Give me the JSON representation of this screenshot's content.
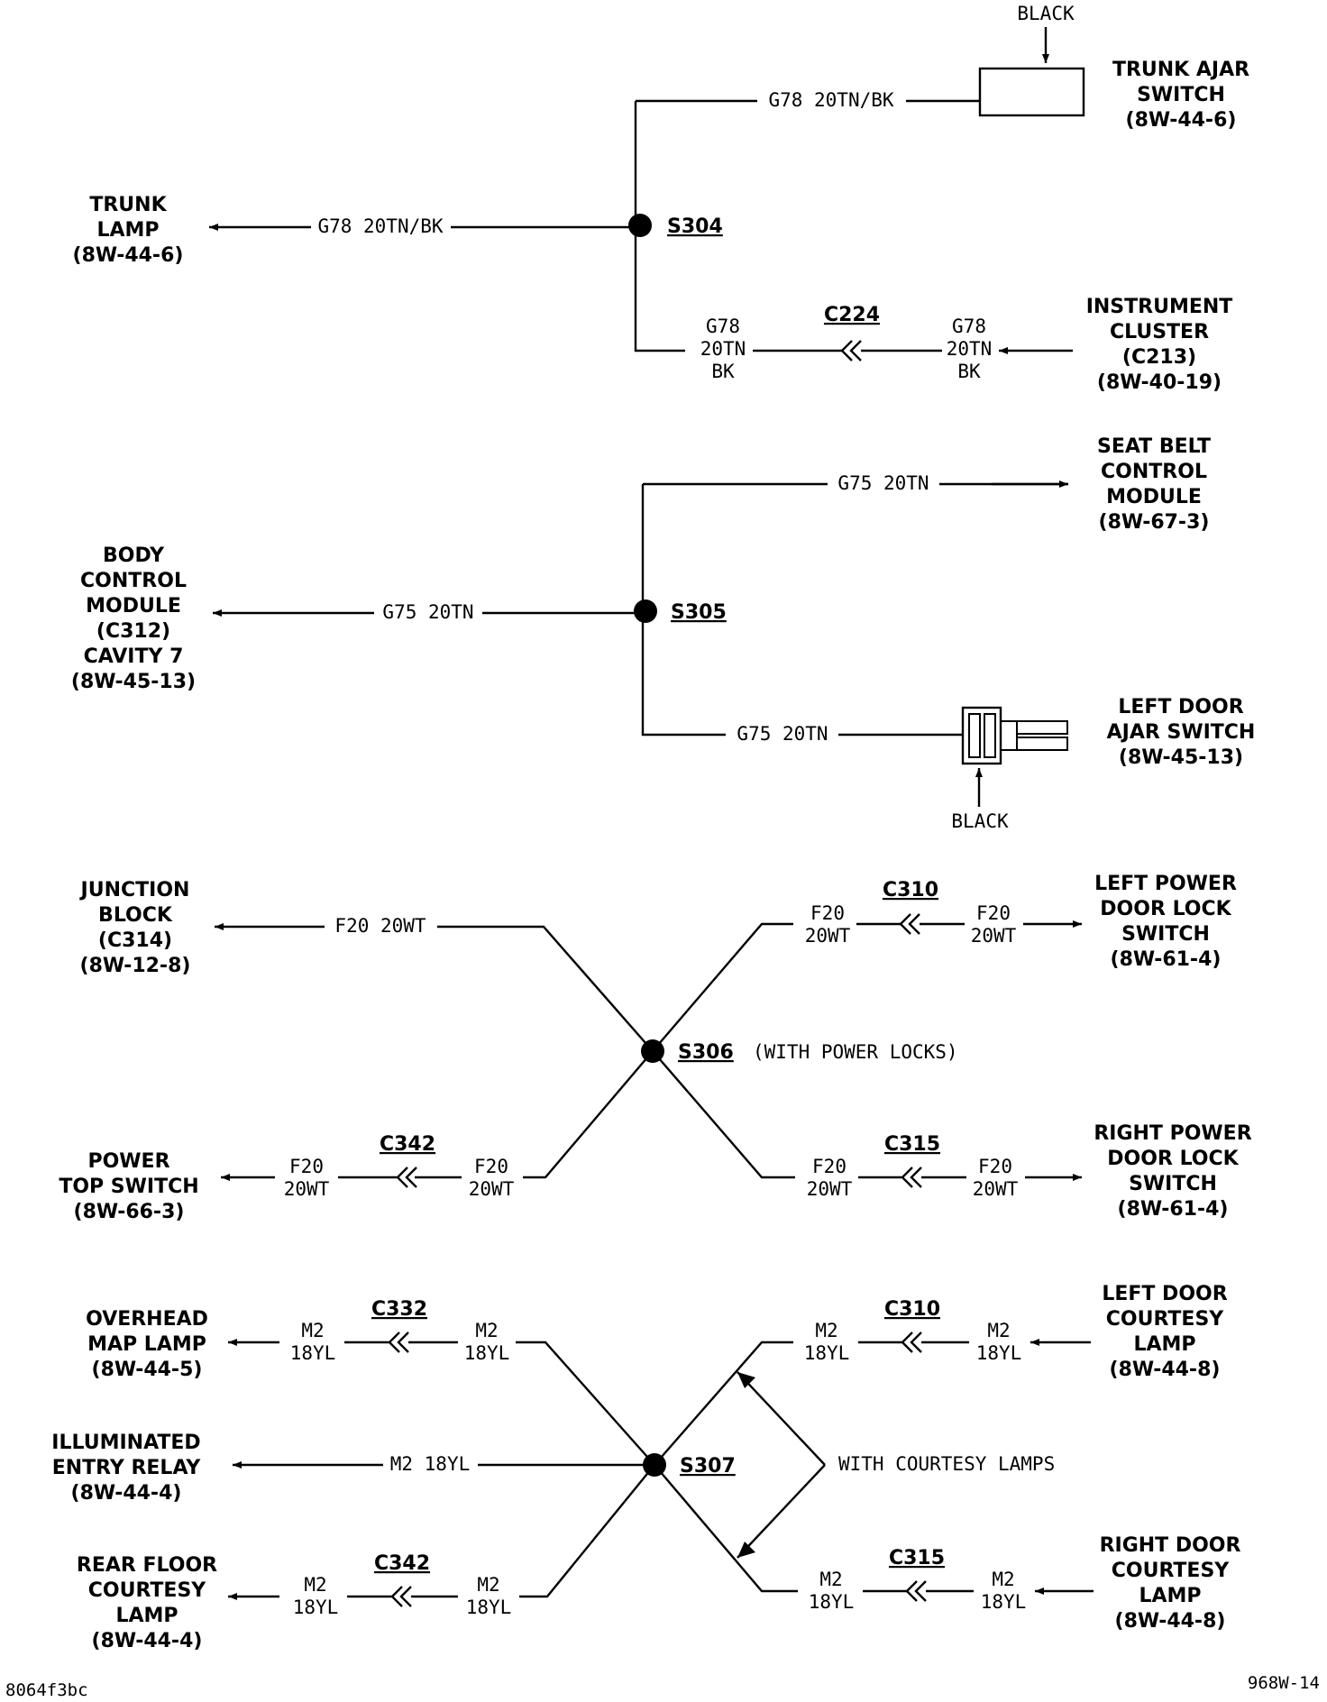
{
  "labels": {
    "black": "BLACK",
    "trunk_ajar": [
      "TRUNK AJAR",
      "SWITCH",
      "(8W-44-6)"
    ],
    "trunk_lamp": [
      "TRUNK",
      "LAMP",
      "(8W-44-6)"
    ],
    "instrument_cluster": [
      "INSTRUMENT",
      "CLUSTER",
      "(C213)",
      "(8W-40-19)"
    ],
    "seat_belt": [
      "SEAT BELT",
      "CONTROL",
      "MODULE",
      "(8W-67-3)"
    ],
    "bcm": [
      "BODY",
      "CONTROL",
      "MODULE",
      "(C312)",
      "CAVITY 7",
      "(8W-45-13)"
    ],
    "left_door_ajar": [
      "LEFT DOOR",
      "AJAR SWITCH",
      "(8W-45-13)"
    ],
    "junction_block": [
      "JUNCTION",
      "BLOCK",
      "(C314)",
      "(8W-12-8)"
    ],
    "left_power_lock": [
      "LEFT POWER",
      "DOOR LOCK",
      "SWITCH",
      "(8W-61-4)"
    ],
    "power_top": [
      "POWER",
      "TOP SWITCH",
      "(8W-66-3)"
    ],
    "right_power_lock": [
      "RIGHT POWER",
      "DOOR LOCK",
      "SWITCH",
      "(8W-61-4)"
    ],
    "overhead_map": [
      "OVERHEAD",
      "MAP LAMP",
      "(8W-44-5)"
    ],
    "left_courtesy": [
      "LEFT DOOR",
      "COURTESY",
      "LAMP",
      "(8W-44-8)"
    ],
    "illuminated_entry": [
      "ILLUMINATED",
      "ENTRY RELAY",
      "(8W-44-4)"
    ],
    "rear_floor": [
      "REAR FLOOR",
      "COURTESY",
      "LAMP",
      "(8W-44-4)"
    ],
    "right_courtesy": [
      "RIGHT DOOR",
      "COURTESY",
      "LAMP",
      "(8W-44-8)"
    ]
  },
  "wires": {
    "g78_full": "G78 20TN/BK",
    "g78_a": "G78",
    "g78_b": "20TN",
    "g78_c": "BK",
    "g75": "G75 20TN",
    "f20_full": "F20 20WT",
    "f20_a": "F20",
    "f20_b": "20WT",
    "m2_full": "M2 18YL",
    "m2_a": "M2",
    "m2_b": "18YL"
  },
  "splices": {
    "s304": "S304",
    "s305": "S305",
    "s306": "S306",
    "s306_note": "(WITH POWER LOCKS)",
    "s307": "S307",
    "courtesy_note": "WITH COURTESY LAMPS"
  },
  "connectors": {
    "c224": "C224",
    "c310": "C310",
    "c342": "C342",
    "c315": "C315",
    "c332": "C332"
  },
  "footer": {
    "left_code": "8064f3bc",
    "right_code": "968W-14"
  }
}
